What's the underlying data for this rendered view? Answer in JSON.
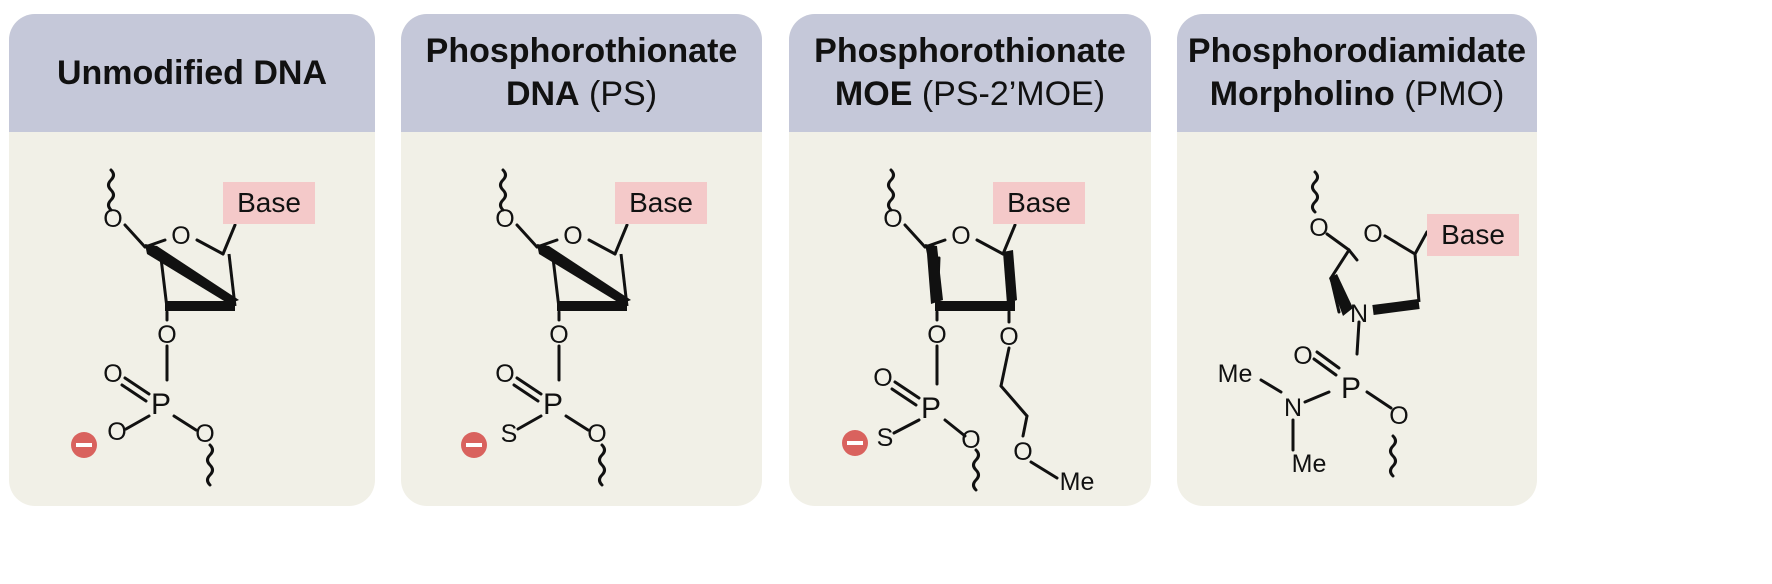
{
  "panels": [
    {
      "title_line1": "Unmodified DNA",
      "title_line2": "",
      "title_suffix": "",
      "base": "Base",
      "atoms": {
        "o5": "O",
        "o_ring": "O",
        "o3": "O",
        "o_double": "O",
        "p": "P",
        "o_left": "O",
        "o_right": "O"
      }
    },
    {
      "title_line1": "Phosphorothionate",
      "title_line2": "DNA",
      "title_suffix": " (PS)",
      "base": "Base",
      "atoms": {
        "o5": "O",
        "o_ring": "O",
        "o3": "O",
        "o_double": "O",
        "p": "P",
        "s_left": "S",
        "o_right": "O"
      }
    },
    {
      "title_line1": "Phosphorothionate",
      "title_line2": "MOE",
      "title_suffix": " (PS-2’MOE)",
      "base": "Base",
      "atoms": {
        "o5": "O",
        "o_ring": "O",
        "o3": "O",
        "o2": "O",
        "o_double": "O",
        "p": "P",
        "s_left": "S",
        "o_right": "O",
        "o_ether": "O",
        "me": "Me"
      }
    },
    {
      "title_line1": "Phosphorodiamidate",
      "title_line2": "Morpholino",
      "title_suffix": " (PMO)",
      "base": "Base",
      "atoms": {
        "o5": "O",
        "o_ring": "O",
        "n_ring": "N",
        "o_double": "O",
        "p": "P",
        "n_amine": "N",
        "me1": "Me",
        "me2": "Me",
        "o_right": "O"
      }
    }
  ],
  "colors": {
    "header": "#c5c8d9",
    "card": "#f1f0e7",
    "base_box": "#f4c9c9",
    "charge": "#d9625e"
  }
}
